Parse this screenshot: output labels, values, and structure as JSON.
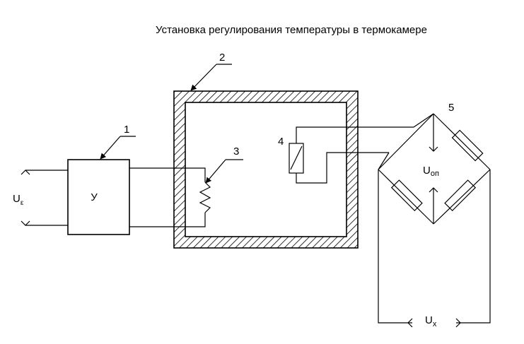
{
  "title": "Установка регулирования температуры в термокамере",
  "labels": {
    "n1": "1",
    "n2": "2",
    "n3": "3",
    "n4": "4",
    "n5": "5",
    "amplifier": "У",
    "u_e_main": "U",
    "u_e_sub": "ε",
    "u_op_main": "U",
    "u_op_sub": "оп",
    "u_x_main": "U",
    "u_x_sub": "x"
  },
  "colors": {
    "line": "#000000",
    "background": "#ffffff"
  }
}
